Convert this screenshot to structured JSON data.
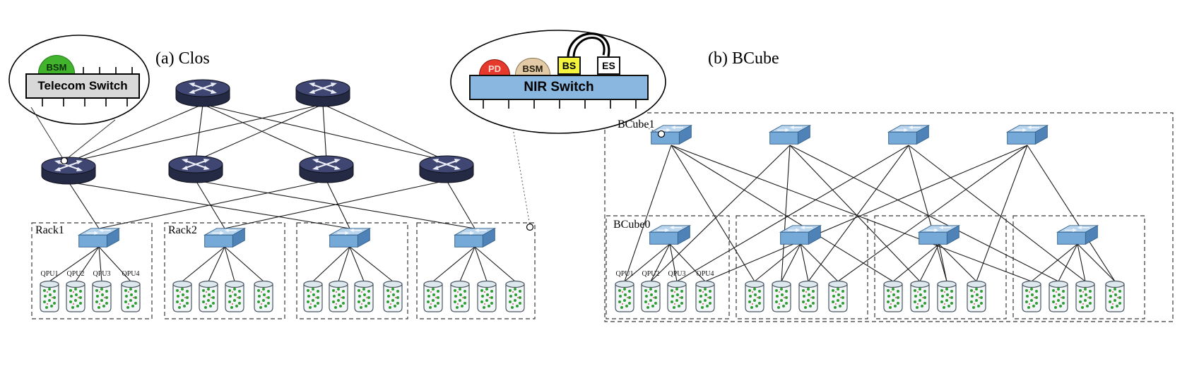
{
  "figure": {
    "panel_a_title": "(a) Clos",
    "panel_b_title": "(b) BCube"
  },
  "telecom_callout": {
    "bsm_label": "BSM",
    "switch_label": "Telecom Switch"
  },
  "nir_callout": {
    "pd_label": "PD",
    "bsm_label": "BSM",
    "bs_label": "BS",
    "es_label": "ES",
    "switch_label": "NIR Switch"
  },
  "clos": {
    "rack_labels": [
      "Rack1",
      "Rack2"
    ],
    "qpu_labels": [
      "QPU1",
      "QPU2",
      "QPU3",
      "QPU4"
    ]
  },
  "bcube": {
    "level1_label": "BCube1",
    "level0_label": "BCube0",
    "qpu_labels": [
      "QPU1",
      "QPU2",
      "QPU3",
      "QPU4"
    ]
  },
  "colors": {
    "bsm_green": "#42b32c",
    "pd_red": "#e4392c",
    "bsm_tan": "#e2cba6",
    "bs_yellow": "#f4f43c",
    "es_white": "#ffffff",
    "nir_blue": "#8ab7e0",
    "telecom_gray": "#d8d8d8",
    "router_navy": "#2a2f4d",
    "switch_blue": "#74a9d8",
    "qpu_dot_green": "#2f9e33"
  }
}
